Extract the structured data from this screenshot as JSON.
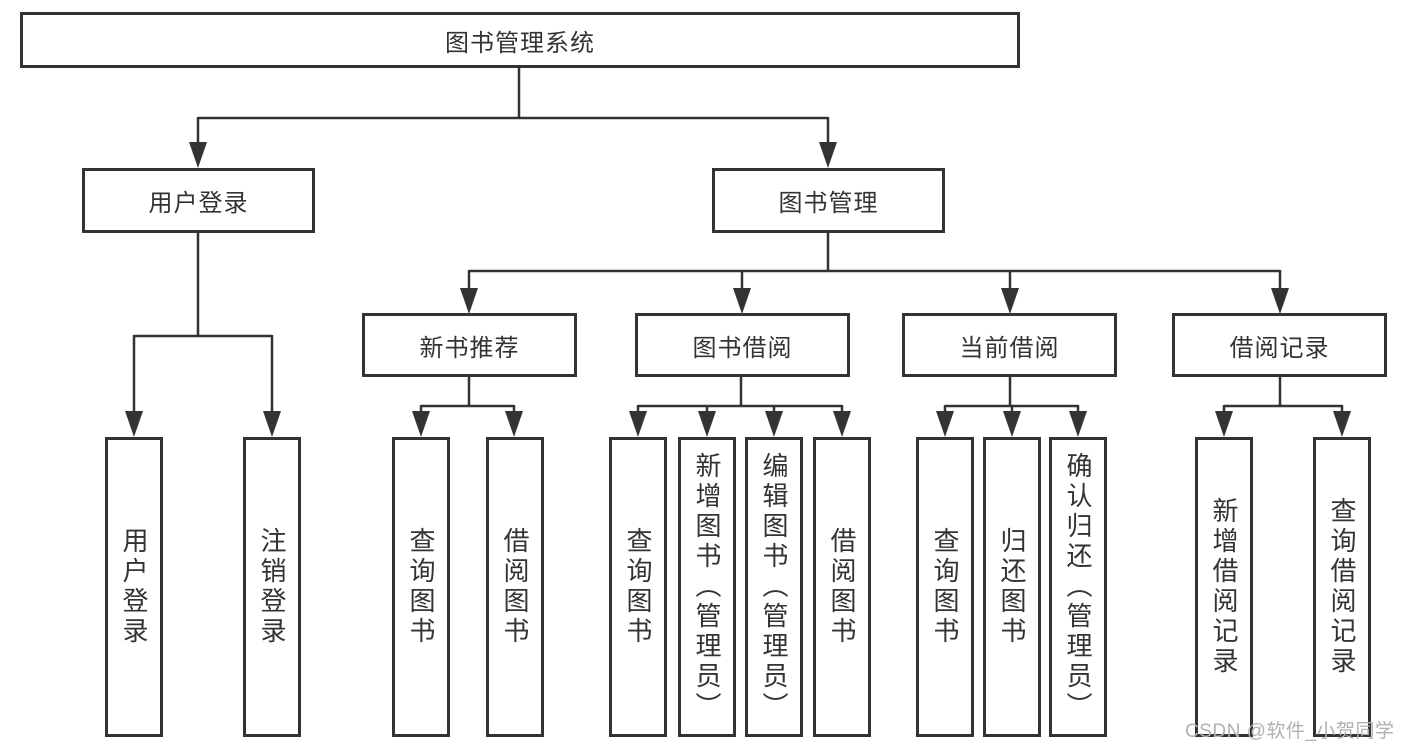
{
  "diagram": {
    "title": "图书管理系统",
    "nodes": {
      "user_login": "用户登录",
      "book_management": "图书管理",
      "new_book_recommend": "新书推荐",
      "book_borrow": "图书借阅",
      "current_borrow": "当前借阅",
      "borrow_records": "借阅记录"
    },
    "leaves": {
      "user_login": [
        "用户登录",
        "注销登录"
      ],
      "new_book_recommend": [
        "查询图书",
        "借阅图书"
      ],
      "book_borrow": [
        "查询图书",
        "新增图书（管理员）",
        "编辑图书（管理员）",
        "借阅图书"
      ],
      "current_borrow": [
        "查询图书",
        "归还图书",
        "确认归还（管理员）"
      ],
      "borrow_records": [
        "新增借阅记录",
        "查询借阅记录"
      ]
    },
    "watermark": "CSDN @软件_小贺同学",
    "colors": {
      "line": "#333333",
      "text": "#333333",
      "watermark": "#b0b0b0",
      "background": "#ffffff"
    }
  }
}
